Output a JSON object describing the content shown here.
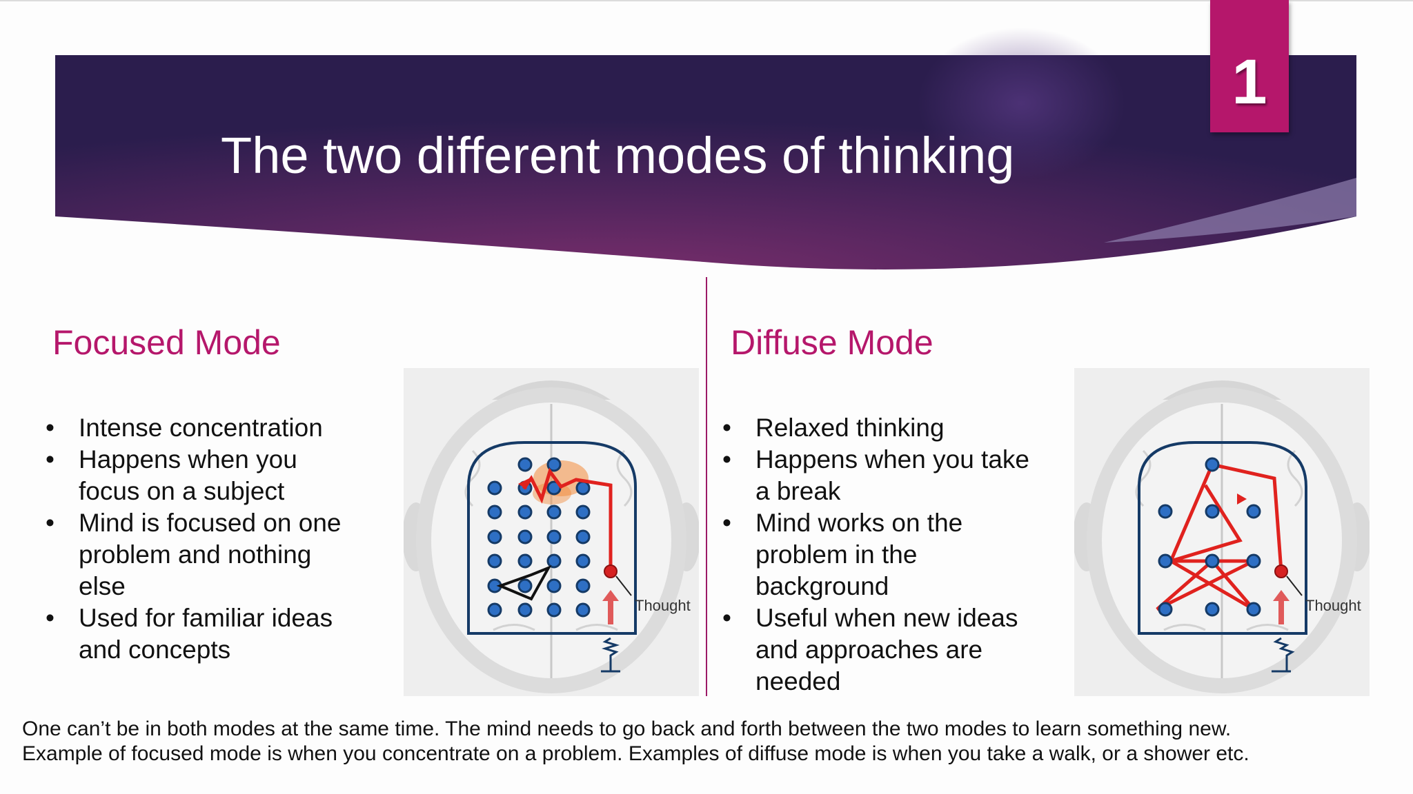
{
  "slide": {
    "title": "The two different modes of thinking",
    "badge_number": "1",
    "colors": {
      "banner_dark": "#2b1d4d",
      "banner_mid": "#6a2a62",
      "accent": "#b5176b",
      "diagram_line": "#153a66",
      "diagram_path": "#e0221e",
      "node": "#2e6fc4"
    }
  },
  "focused": {
    "heading": "Focused Mode",
    "bullets": [
      "Intense concentration",
      "Happens when you focus on a subject",
      "Mind is focused on one problem and nothing else",
      "Used for familiar ideas and concepts"
    ],
    "diagram": {
      "label": "Thought",
      "icon": "brain-pinball-focused-icon"
    }
  },
  "diffuse": {
    "heading": "Diffuse Mode",
    "bullets": [
      "Relaxed thinking",
      "Happens when you take a break",
      "Mind works on the problem in the background",
      "Useful when new ideas and approaches are needed"
    ],
    "diagram": {
      "label": "Thought",
      "icon": "brain-pinball-diffuse-icon"
    }
  },
  "footer": {
    "line1": "One can’t be in both modes at the same time. The mind needs to go back and forth between the two modes to learn something new.",
    "line2": "Example of focused mode is when you concentrate on a problem. Examples of diffuse mode is when you take a walk, or a shower etc."
  }
}
